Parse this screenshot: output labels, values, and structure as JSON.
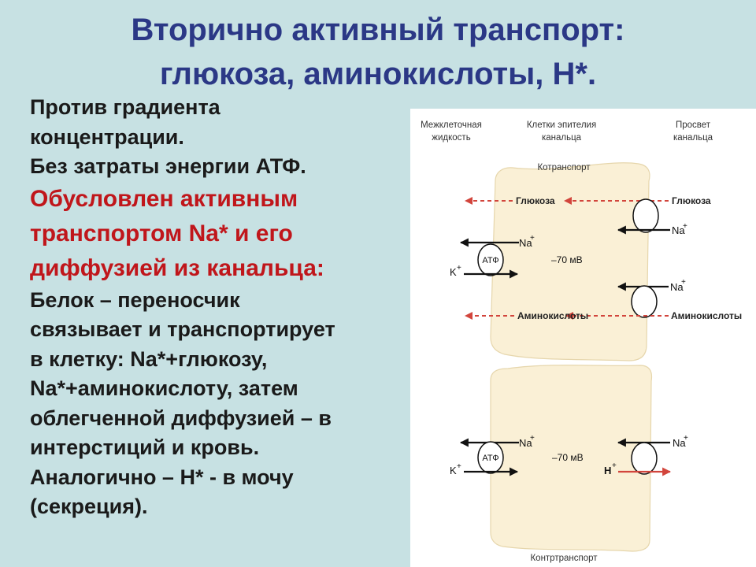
{
  "title": {
    "line1": "Вторично активный транспорт:",
    "line2": "глюкоза, аминокислоты, Н*."
  },
  "body": {
    "line1": "Против градиента",
    "line2": "концентрации.",
    "line3": "Без затраты энергии АТФ.",
    "red1": "Обусловлен активным",
    "red2": "транспортом Na* и его",
    "red3": "диффузией из канальца:",
    "line4": "Белок – переносчик",
    "line5": "связывает  и транспортирует",
    "line6": "в клетку: Na*+глюкозу,",
    "line7": "Na*+аминокислоту, затем",
    "line8": "облегченной диффузией – в",
    "line9": "интерстиций и кровь.",
    "line10": "Аналогично – Н* - в мочу",
    "line11": "(секреция)."
  },
  "figure": {
    "col1_l1": "Межклеточная",
    "col1_l2": "жидкость",
    "col2_l1": "Клетки эпителия",
    "col2_l2": "канальца",
    "col3_l1": "Просвет",
    "col3_l2": "канальца",
    "cotransport": "Котранспорт",
    "countertransport": "Контртранспорт",
    "glucose": "Глюкоза",
    "amino": "Аминокислоты",
    "na": "Na",
    "k": "K",
    "h": "H",
    "plus": "+",
    "atp": "АТФ",
    "potential": "–70 мВ"
  },
  "colors": {
    "background": "#c7e1e3",
    "title": "#2b3886",
    "red_text": "#c0161b",
    "cell": "#faf0d6",
    "cell_edge": "#e6d6ac",
    "dashed_arrow": "#d2453c"
  }
}
